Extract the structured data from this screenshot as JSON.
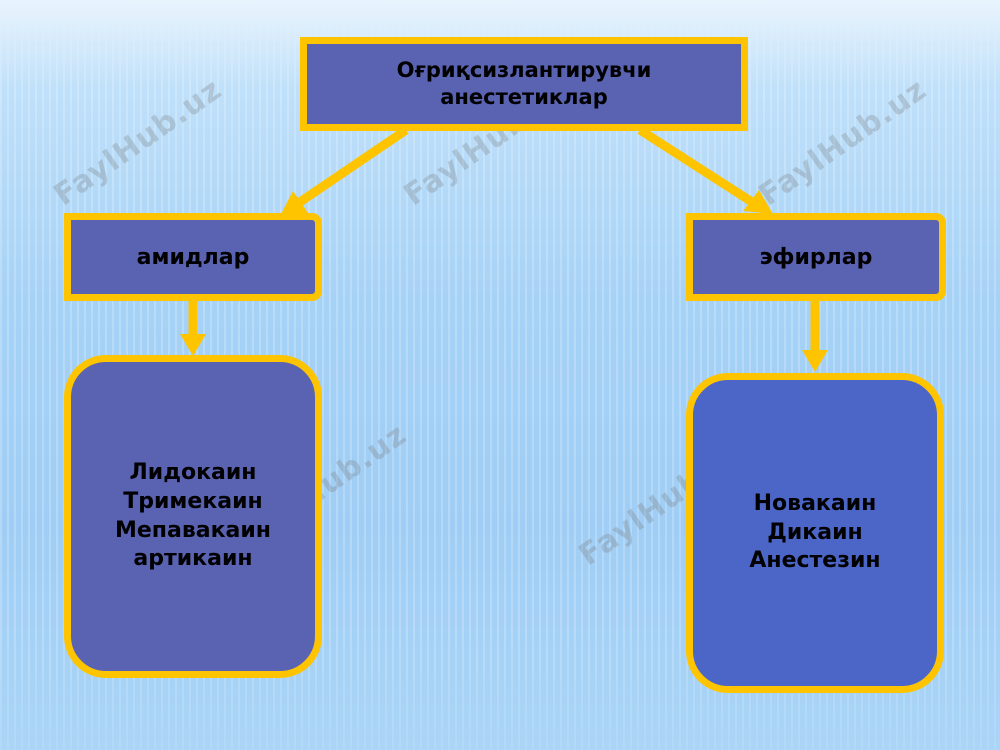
{
  "diagram": {
    "root": {
      "label": "Оғриқсизлантирувчи\nанестетиклар"
    },
    "categories": [
      {
        "label": "амидлар",
        "items_text": "Лидокаин\nТримекаин\nМепавакаин\nартикаин"
      },
      {
        "label": "эфирлар",
        "items_text": "Новакаин\nДикаин\nАнестезин"
      }
    ]
  },
  "watermark": {
    "text": "FaylHub.uz"
  },
  "colors": {
    "box_fill": "#5a62b2",
    "leaf_right_fill": "#4c66c8",
    "border_and_arrows": "#ffc400",
    "background": "#a6d2f6"
  }
}
